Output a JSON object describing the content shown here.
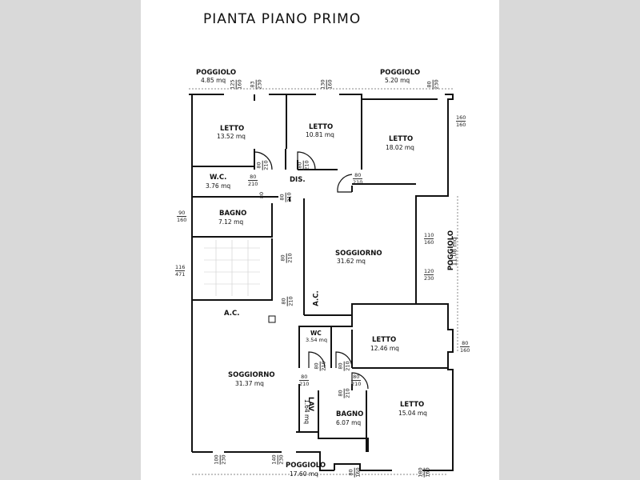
{
  "title": "PIANTA PIANO PRIMO",
  "rooms": [
    {
      "id": "letto-1",
      "name": "LETTO",
      "area": "13.52 mq"
    },
    {
      "id": "letto-2",
      "name": "LETTO",
      "area": "10.81 mq"
    },
    {
      "id": "letto-3",
      "name": "LETTO",
      "area": "18.02 mq"
    },
    {
      "id": "wc-1",
      "name": "W.C.",
      "area": "3.76 mq"
    },
    {
      "id": "dis",
      "name": "DIS.",
      "area": ""
    },
    {
      "id": "bagno-1",
      "name": "BAGNO",
      "area": "7.12 mq"
    },
    {
      "id": "soggiorno-1",
      "name": "SOGGIORNO",
      "area": "31.62 mq"
    },
    {
      "id": "ac-1",
      "name": "A.C.",
      "area": ""
    },
    {
      "id": "ac-2",
      "name": "A.C.",
      "area": ""
    },
    {
      "id": "wc-2",
      "name": "WC",
      "area": "3.54 mq"
    },
    {
      "id": "letto-4",
      "name": "LETTO",
      "area": "12.46 mq"
    },
    {
      "id": "soggiorno-2",
      "name": "SOGGIORNO",
      "area": "31.37 mq"
    },
    {
      "id": "lav",
      "name": "LAV",
      "area": "1.64 mq"
    },
    {
      "id": "bagno-2",
      "name": "BAGNO",
      "area": "6.07 mq"
    },
    {
      "id": "letto-5",
      "name": "LETTO",
      "area": "15.04 mq"
    }
  ],
  "balconies": [
    {
      "id": "poggiolo-nw",
      "name": "POGGIOLO",
      "area": "4.85 mq"
    },
    {
      "id": "poggiolo-ne",
      "name": "POGGIOLO",
      "area": "5.20 mq"
    },
    {
      "id": "poggiolo-e",
      "name": "POGGIOLO",
      "area": "11.08 mq"
    },
    {
      "id": "poggiolo-s",
      "name": "POGGIOLO",
      "area": "17.60 mq"
    }
  ],
  "openings": [
    {
      "w": "125",
      "h": "160"
    },
    {
      "w": "83",
      "h": "230"
    },
    {
      "w": "130",
      "h": "160"
    },
    {
      "w": "80",
      "h": "230"
    },
    {
      "w": "160",
      "h": "160"
    },
    {
      "w": "80",
      "h": "210"
    },
    {
      "w": "80",
      "h": "210"
    },
    {
      "w": "80",
      "h": "210"
    },
    {
      "w": "80",
      "h": "210"
    },
    {
      "w": "80",
      "h": ""
    },
    {
      "w": "80",
      "h": "210"
    },
    {
      "w": "90",
      "h": "160"
    },
    {
      "w": "80",
      "h": "210"
    },
    {
      "w": "116",
      "h": "471"
    },
    {
      "w": "110",
      "h": "160"
    },
    {
      "w": "120",
      "h": "230"
    },
    {
      "w": "80",
      "h": "210"
    },
    {
      "w": "80",
      "h": "160"
    },
    {
      "w": "80",
      "h": "210"
    },
    {
      "w": "80",
      "h": "210"
    },
    {
      "w": "80",
      "h": "210"
    },
    {
      "w": "80",
      "h": "210"
    },
    {
      "w": "80",
      "h": "210"
    },
    {
      "w": "100",
      "h": "230"
    },
    {
      "w": "140",
      "h": "230"
    },
    {
      "w": "80",
      "h": "160"
    },
    {
      "w": "180",
      "h": "160"
    }
  ]
}
